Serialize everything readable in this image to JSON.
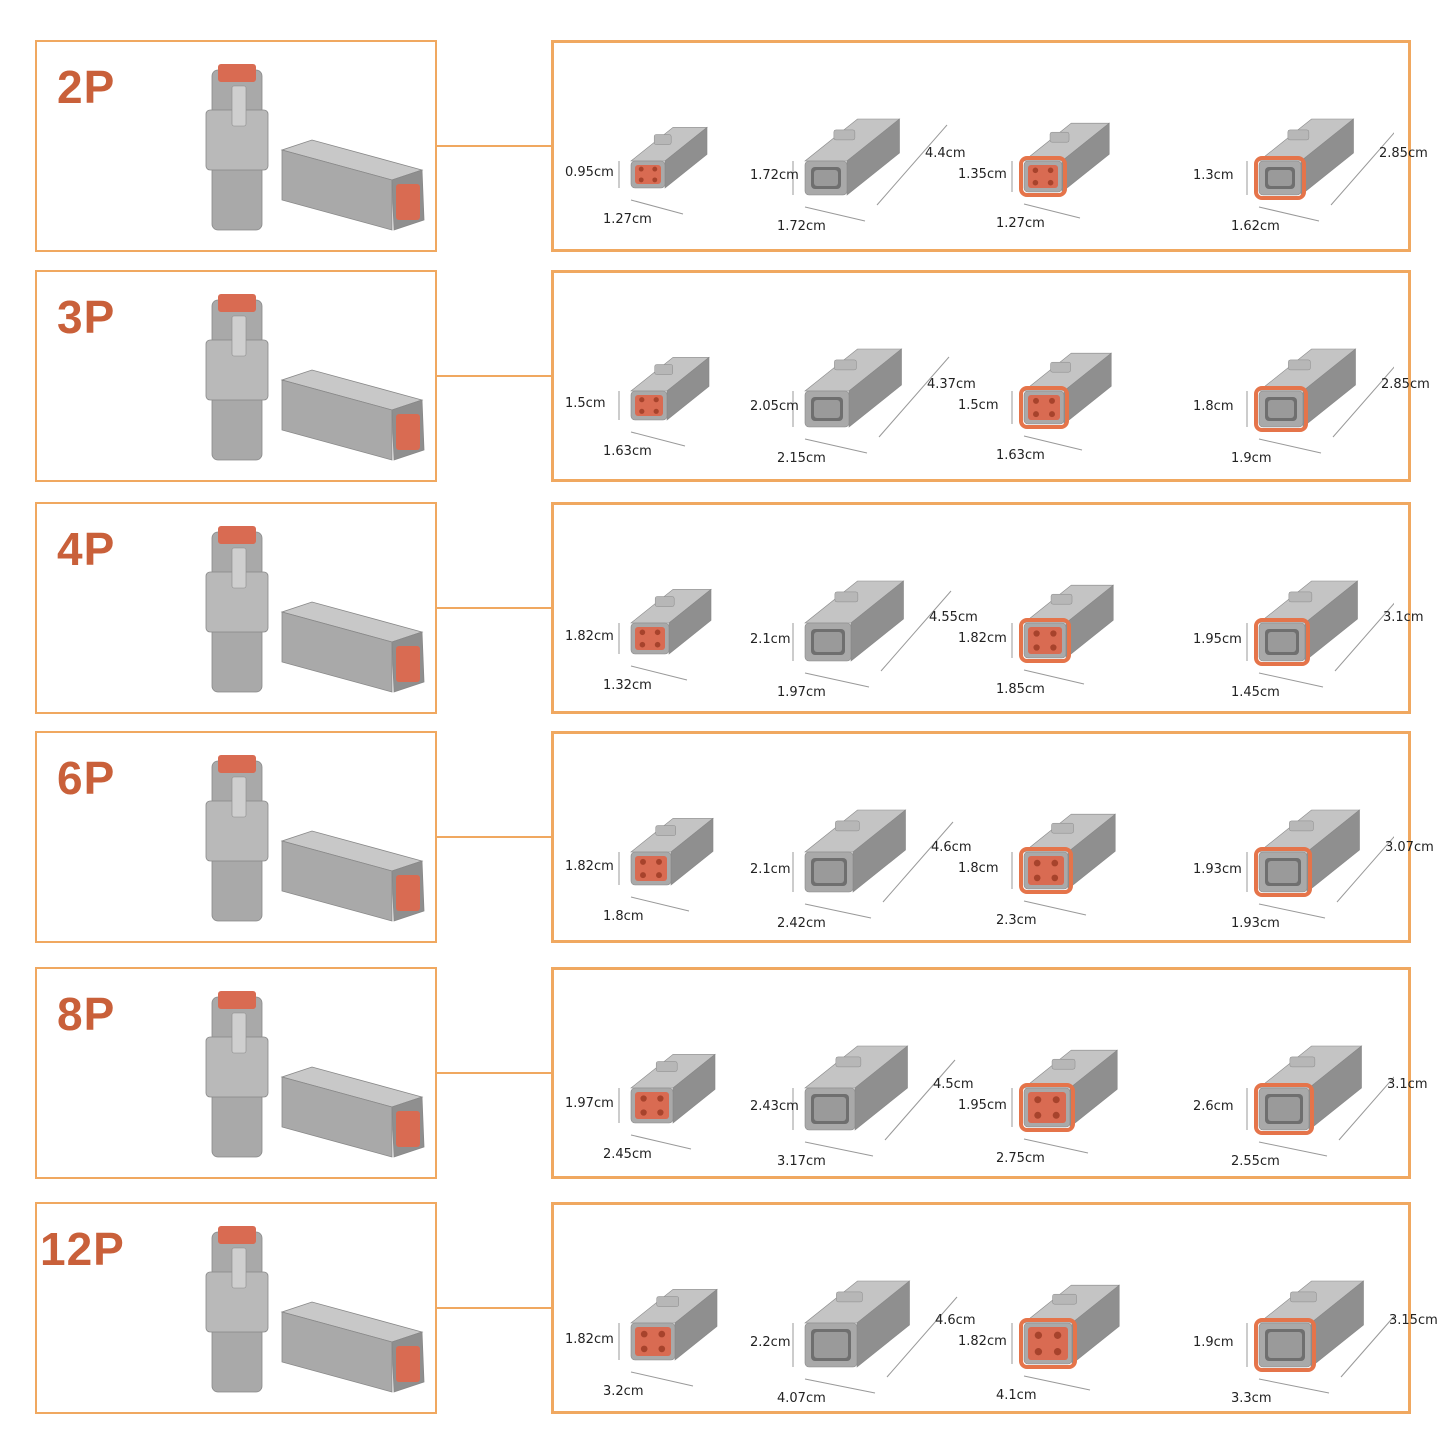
{
  "colors": {
    "accent": "#c9603a",
    "border": "#f0a860",
    "body": "#a9a9a9",
    "face": "#d96b52",
    "seal": "#e5744a"
  },
  "rows": [
    {
      "label": "2P",
      "items": [
        {
          "h": "0.95cm",
          "w": "1.27cm",
          "l": ""
        },
        {
          "h": "1.72cm",
          "w": "1.72cm",
          "l": "4.4cm"
        },
        {
          "h": "1.35cm",
          "w": "1.27cm",
          "l": ""
        },
        {
          "h": "1.3cm",
          "w": "1.62cm",
          "l": "2.85cm"
        }
      ]
    },
    {
      "label": "3P",
      "items": [
        {
          "h": "1.5cm",
          "w": "1.63cm",
          "l": ""
        },
        {
          "h": "2.05cm",
          "w": "2.15cm",
          "l": "4.37cm"
        },
        {
          "h": "1.5cm",
          "w": "1.63cm",
          "l": ""
        },
        {
          "h": "1.8cm",
          "w": "1.9cm",
          "l": "2.85cm"
        }
      ]
    },
    {
      "label": "4P",
      "items": [
        {
          "h": "1.82cm",
          "w": "1.32cm",
          "l": ""
        },
        {
          "h": "2.1cm",
          "w": "1.97cm",
          "l": "4.55cm"
        },
        {
          "h": "1.82cm",
          "w": "1.85cm",
          "l": ""
        },
        {
          "h": "1.95cm",
          "w": "1.45cm",
          "l": "3.1cm"
        }
      ]
    },
    {
      "label": "6P",
      "items": [
        {
          "h": "1.82cm",
          "w": "1.8cm",
          "l": ""
        },
        {
          "h": "2.1cm",
          "w": "2.42cm",
          "l": "4.6cm"
        },
        {
          "h": "1.8cm",
          "w": "2.3cm",
          "l": ""
        },
        {
          "h": "1.93cm",
          "w": "1.93cm",
          "l": "3.07cm"
        }
      ]
    },
    {
      "label": "8P",
      "items": [
        {
          "h": "1.97cm",
          "w": "2.45cm",
          "l": ""
        },
        {
          "h": "2.43cm",
          "w": "3.17cm",
          "l": "4.5cm"
        },
        {
          "h": "1.95cm",
          "w": "2.75cm",
          "l": ""
        },
        {
          "h": "2.6cm",
          "w": "2.55cm",
          "l": "3.1cm"
        }
      ]
    },
    {
      "label": "12P",
      "items": [
        {
          "h": "1.82cm",
          "w": "3.2cm",
          "l": ""
        },
        {
          "h": "2.2cm",
          "w": "4.07cm",
          "l": "4.6cm"
        },
        {
          "h": "1.82cm",
          "w": "4.1cm",
          "l": ""
        },
        {
          "h": "1.9cm",
          "w": "3.3cm",
          "l": "3.15cm"
        }
      ]
    }
  ]
}
